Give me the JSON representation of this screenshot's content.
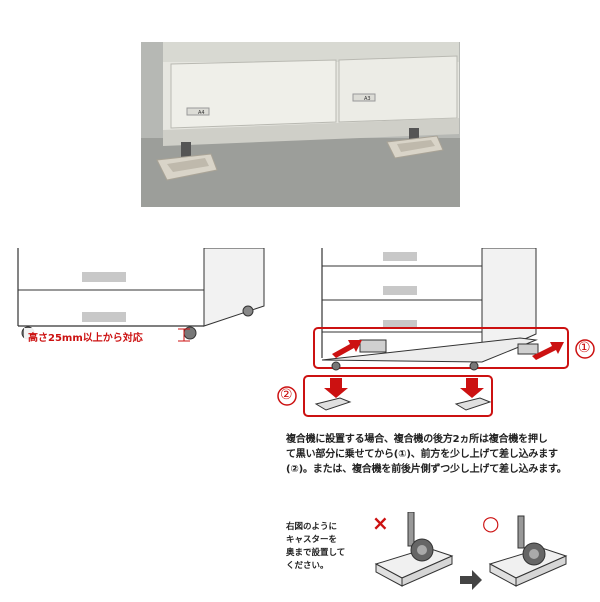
{
  "photo": {
    "drawer_label_left": "A4",
    "drawer_label_right": "A3"
  },
  "left_figure": {
    "height_label": "高さ25mm以上から対応"
  },
  "right_figure": {
    "step1": "①",
    "step2": "②"
  },
  "instructions": {
    "line1": "複合機に設置する場合、複合機の後方2ヵ所は複合機を押し",
    "line2": "て黒い部分に乗せてから(①)、前方を少し上げて差し込みます",
    "line3": "(②)。または、複合機を前後片側ずつ少し上げて差し込みます。"
  },
  "caster_note": {
    "line1": "右図のように",
    "line2": "キャスターを",
    "line3": "奥まで設置して",
    "line4": "ください。",
    "wrong_mark": "×",
    "correct_mark": "○"
  },
  "colors": {
    "accent_red": "#cc1111",
    "arrow_gray": "#444444"
  }
}
